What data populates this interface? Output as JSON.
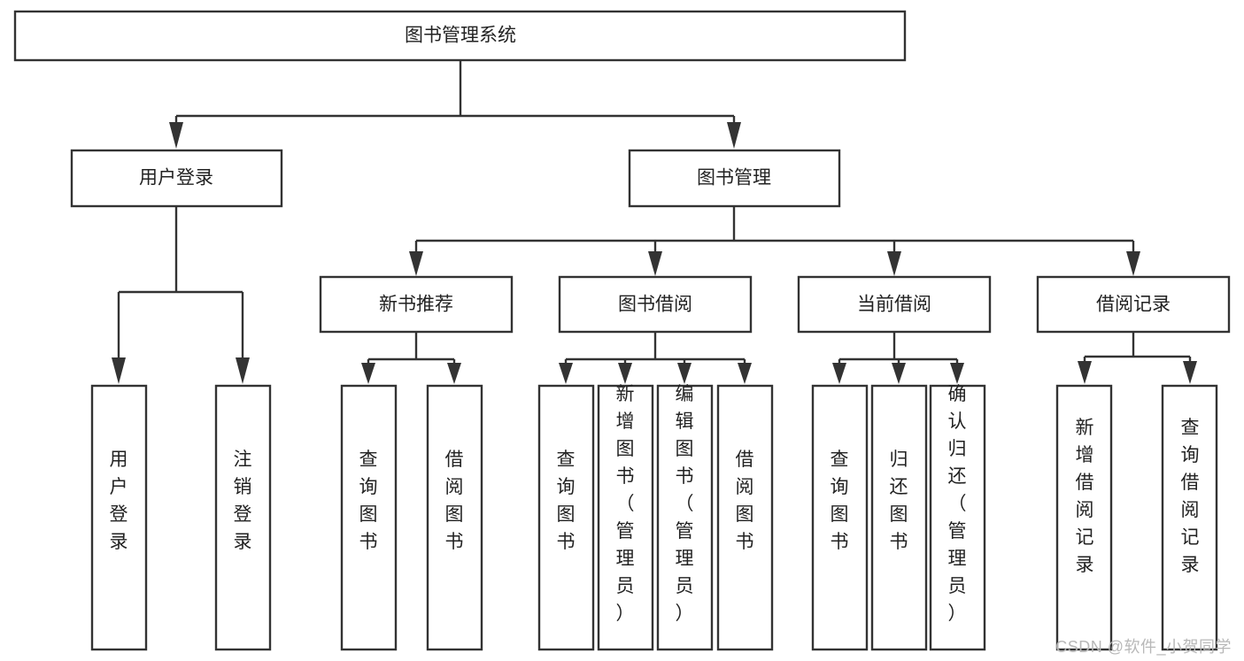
{
  "diagram": {
    "title": "图书管理系统",
    "type": "tree",
    "watermark": "CSDN @软件_小贺同学",
    "colors": {
      "box_fill": "#ffffff",
      "box_stroke": "#333333",
      "text": "#222222",
      "watermark": "#b8b8b8",
      "background": "#ffffff"
    },
    "root": {
      "label": "图书管理系统"
    },
    "level2": [
      {
        "label": "用户登录"
      },
      {
        "label": "图书管理"
      }
    ],
    "level3": [
      {
        "label": "新书推荐"
      },
      {
        "label": "图书借阅"
      },
      {
        "label": "当前借阅"
      },
      {
        "label": "借阅记录"
      }
    ],
    "leaves": {
      "user_login": [
        {
          "label": "用户登录"
        },
        {
          "label": "注销登录"
        }
      ],
      "new_book_recommend": [
        {
          "label": "查询图书"
        },
        {
          "label": "借阅图书"
        }
      ],
      "book_borrow": [
        {
          "label": "查询图书"
        },
        {
          "label": "新增图书（管理员）"
        },
        {
          "label": "编辑图书（管理员）"
        },
        {
          "label": "借阅图书"
        }
      ],
      "current_borrow": [
        {
          "label": "查询图书"
        },
        {
          "label": "归还图书"
        },
        {
          "label": "确认归还（管理员）"
        }
      ],
      "borrow_record": [
        {
          "label": "新增借阅记录"
        },
        {
          "label": "查询借阅记录"
        }
      ]
    }
  }
}
